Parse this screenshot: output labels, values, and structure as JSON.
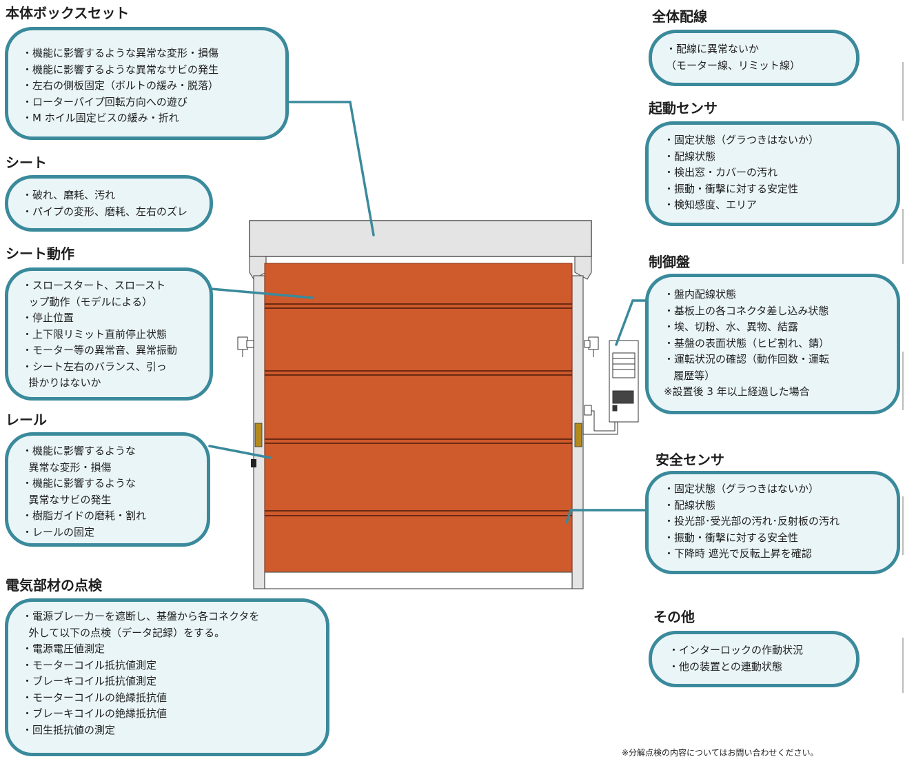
{
  "sections": {
    "body_box": {
      "title": "本体ボックスセット",
      "items": [
        "・機能に影響するような異常な変形・損傷",
        "・機能に影響するような異常なサビの発生",
        "・左右の側板固定（ボルトの緩み・脱落）",
        "・ローターパイプ回転方向への遊び",
        "・M ホイル固定ビスの緩み・折れ"
      ]
    },
    "sheet": {
      "title": "シート",
      "items": [
        "・破れ、磨耗、汚れ",
        "・パイプの変形、磨耗、左右のズレ"
      ]
    },
    "sheet_action": {
      "title": "シート動作",
      "items": [
        "・スロースタート、スロースト",
        "  ップ動作（モデルによる）",
        "・停止位置",
        "・上下限リミット直前停止状態",
        "・モーター等の異常音、異常振動",
        "・シート左右のバランス、引っ",
        "  掛かりはないか"
      ]
    },
    "rail": {
      "title": "レール",
      "items": [
        "・機能に影響するような",
        "  異常な変形・損傷",
        "・機能に影響するような",
        "  異常なサビの発生",
        "・樹脂ガイドの磨耗・割れ",
        "・レールの固定"
      ]
    },
    "electrical": {
      "title": "電気部材の点検",
      "items": [
        "・電源ブレーカーを遮断し、基盤から各コネクタを",
        "  外して以下の点検（データ記録）をする。",
        "・電源電圧値測定",
        "・モーターコイル抵抗値測定",
        "・ブレーキコイル抵抗値測定",
        "・モーターコイルの絶縁抵抗値",
        "・ブレーキコイルの絶縁抵抗値",
        "・回生抵抗値の測定"
      ]
    },
    "wiring": {
      "title": "全体配線",
      "items": [
        "・配線に異常ないか",
        "（モーター線、リミット線）"
      ]
    },
    "start_sensor": {
      "title": "起動センサ",
      "items": [
        "・固定状態（グラつきはないか）",
        "・配線状態",
        "・検出窓・カバーの汚れ",
        "・振動・衝撃に対する安定性",
        "・検知感度、エリア"
      ]
    },
    "control_panel": {
      "title": "制御盤",
      "items": [
        "・盤内配線状態",
        "・基板上の各コネクタ差し込み状態",
        "・埃、切粉、水、異物、結露",
        "・基盤の表面状態（ヒビ割れ、錆）",
        "・運転状況の確認（動作回数・運転",
        "   履歴等）",
        "※設置後 3 年以上経過した場合"
      ]
    },
    "safety_sensor": {
      "title": "安全センサ",
      "items": [
        "・固定状態（グラつきはないか）",
        "・配線状態",
        "・投光部･受光部の汚れ･反射板の汚れ",
        "・振動・衝撃に対する安全性",
        "・下降時 遮光で反転上昇を確認"
      ]
    },
    "other": {
      "title": "その他",
      "items": [
        "・インターロックの作動状況",
        "・他の装置との連動状態"
      ]
    }
  },
  "footnote": "※分解点検の内容についてはお問い合わせください。",
  "colors": {
    "box_border": "#3a8a9b",
    "box_fill": "#eaf5f8",
    "door_sheet": "#cf5a2c",
    "frame": "#e4e4e4"
  }
}
